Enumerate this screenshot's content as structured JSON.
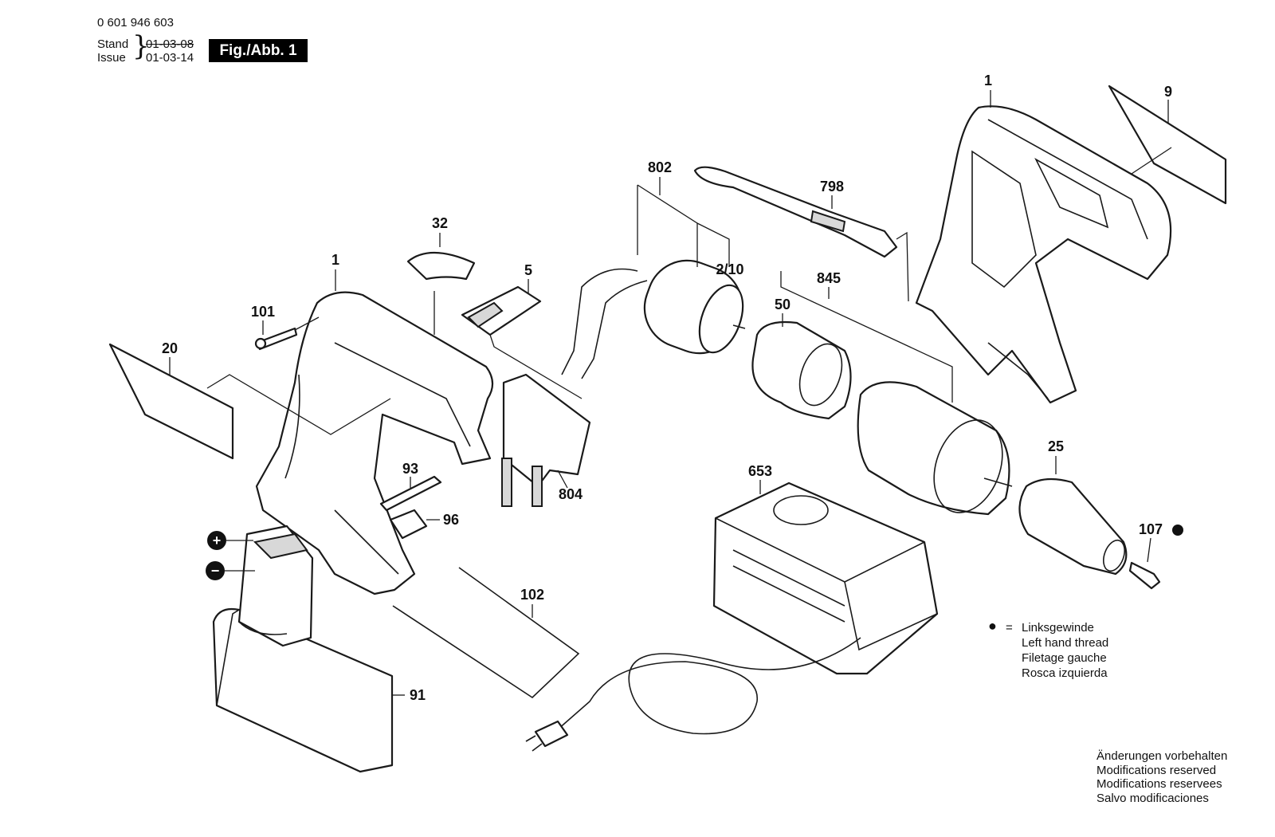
{
  "header": {
    "doc_number": "0 601 946 603",
    "stand_label": "Stand",
    "issue_label": "Issue",
    "stand_date": "01-03-08",
    "issue_date": "01-03-14",
    "figure_label": "Fig./Abb. 1"
  },
  "part_labels": {
    "p1a": "1",
    "p1b": "1",
    "p9": "9",
    "p20": "20",
    "p25": "25",
    "p32": "32",
    "p5": "5",
    "p50": "50",
    "p91": "91",
    "p93": "93",
    "p96": "96",
    "p101": "101",
    "p102": "102",
    "p107": "107",
    "p210": "2/10",
    "p653": "653",
    "p798": "798",
    "p802": "802",
    "p804": "804",
    "p845": "845"
  },
  "battery_terminals": {
    "plus": "+",
    "minus": "−"
  },
  "legend": {
    "symbol": "●",
    "equals": "=",
    "lines": [
      "Linksgewinde",
      "Left hand thread",
      "Filetage gauche",
      "Rosca izquierda"
    ]
  },
  "footer_note": {
    "lines": [
      "Änderungen vorbehalten",
      "Modifications reserved",
      "Modifications reservees",
      "Salvo modificaciones"
    ]
  },
  "colors": {
    "ink": "#111111",
    "part_fill": "#ffffff",
    "shade": "#d8d8d8",
    "label_bg": "#000000"
  }
}
